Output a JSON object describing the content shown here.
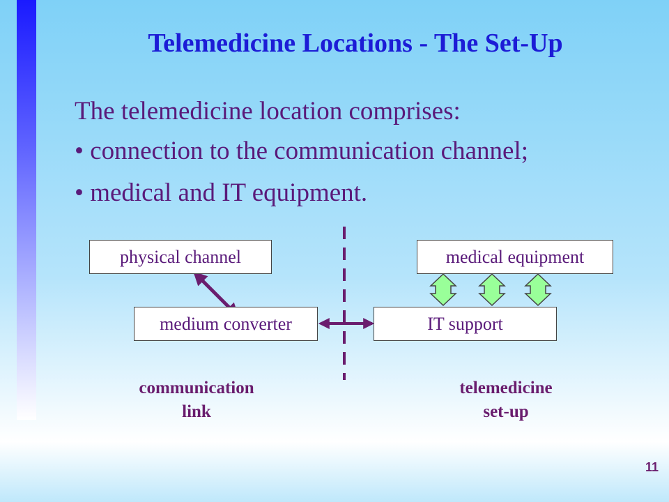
{
  "slide": {
    "title": "Telemedicine Locations - The Set-Up",
    "intro": "The telemedicine location comprises:",
    "bullets": [
      "• connection to the communication channel;",
      "• medical and IT equipment."
    ],
    "page_number": "11"
  },
  "diagram": {
    "boxes": {
      "physical_channel": "physical channel",
      "medium_converter": "medium converter",
      "medical_equipment": "medical equipment",
      "it_support": "IT support"
    },
    "captions": {
      "left": [
        "communication",
        "link"
      ],
      "right": [
        "telemedicine",
        "set-up"
      ]
    }
  },
  "colors": {
    "title": "#1c1cd6",
    "text": "#5a1a7a",
    "arrow": "#6a1d6e",
    "green_arrow_fill": "#99ff99",
    "divider": "#6a1d6e"
  }
}
